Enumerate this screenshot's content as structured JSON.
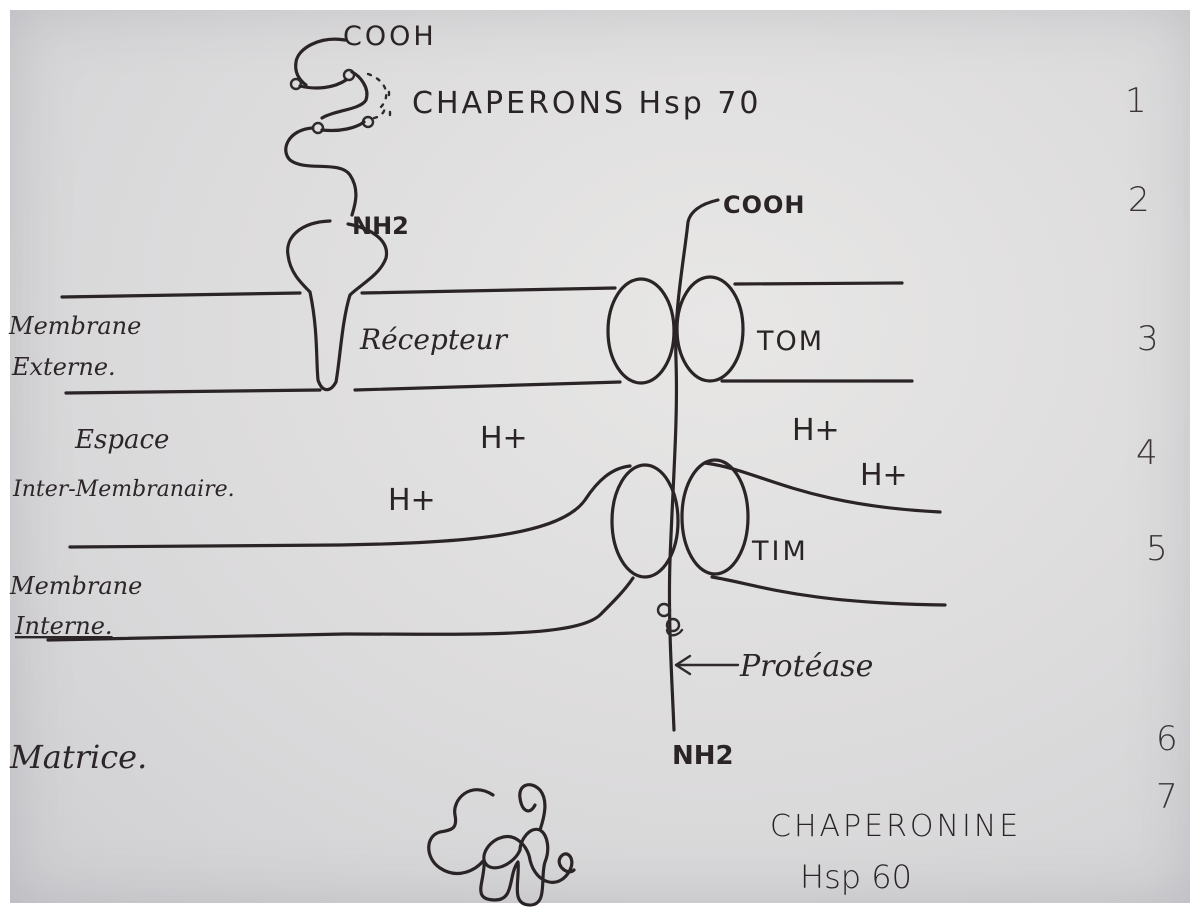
{
  "labels": {
    "cooh_top": "COOH",
    "chaperons": "CHAPERONS Hsp 70",
    "nh2_top": "NH2",
    "cooh_right": "COOH",
    "membrane_externe_1": "Membrane",
    "membrane_externe_2": "Externe.",
    "recepteur": "Récepteur",
    "tom": "TOM",
    "espace_1": "Espace",
    "espace_2": "Inter-Membranaire.",
    "h_plus_1": "H+",
    "h_plus_2": "H+",
    "h_plus_3": "H+",
    "h_plus_4": "H+",
    "tim": "TIM",
    "membrane_interne_1": "Membrane",
    "membrane_interne_2": "Interne.",
    "protease": "Protéase",
    "nh2_bottom": "NH2",
    "matrice": "Matrice.",
    "chaperonine_1": "CHAPERONINE",
    "chaperonine_2": "Hsp 60"
  },
  "step_numbers": [
    "1",
    "2",
    "3",
    "4",
    "5",
    "6",
    "7"
  ]
}
